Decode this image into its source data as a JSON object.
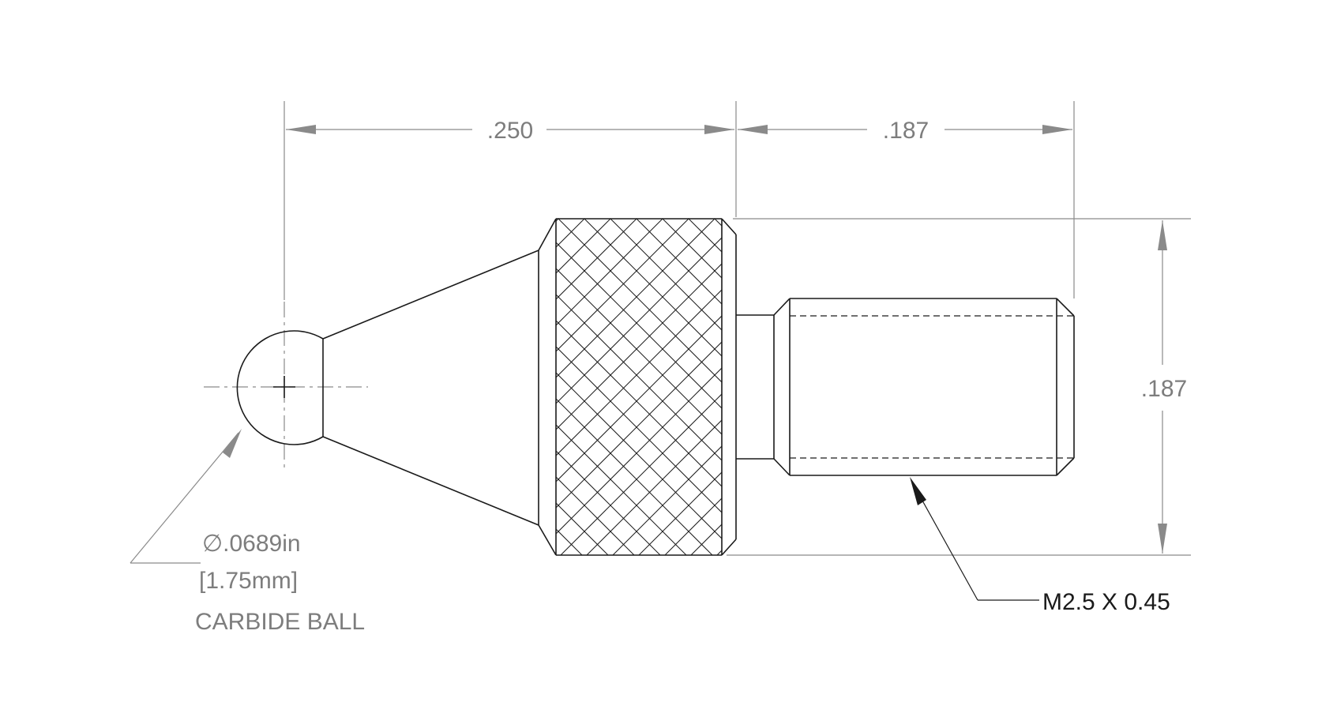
{
  "dimensions": {
    "ball_to_shoulder": ".250",
    "thread_length": ".187",
    "knurl_diameter": ".187"
  },
  "ball_callout": {
    "diameter_symbol": "∅",
    "diameter_in": ".0689in",
    "diameter_mm": "[1.75mm]",
    "material": "CARBIDE BALL"
  },
  "thread_callout": "M2.5 X 0.45"
}
